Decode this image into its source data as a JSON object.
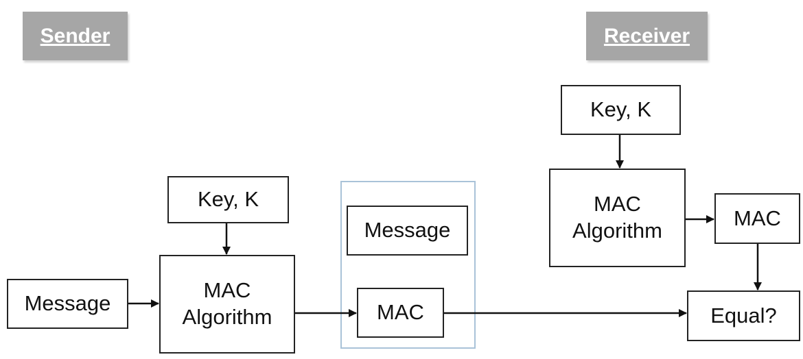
{
  "sender": {
    "label": "Sender"
  },
  "receiver": {
    "label": "Receiver"
  },
  "sender_side": {
    "message": "Message",
    "key": "Key, K",
    "algorithm_line1": "MAC",
    "algorithm_line2": "Algorithm"
  },
  "transmitted": {
    "message": "Message",
    "mac": "MAC"
  },
  "receiver_side": {
    "key": "Key, K",
    "algorithm_line1": "MAC",
    "algorithm_line2": "Algorithm",
    "mac": "MAC",
    "equal": "Equal?"
  }
}
